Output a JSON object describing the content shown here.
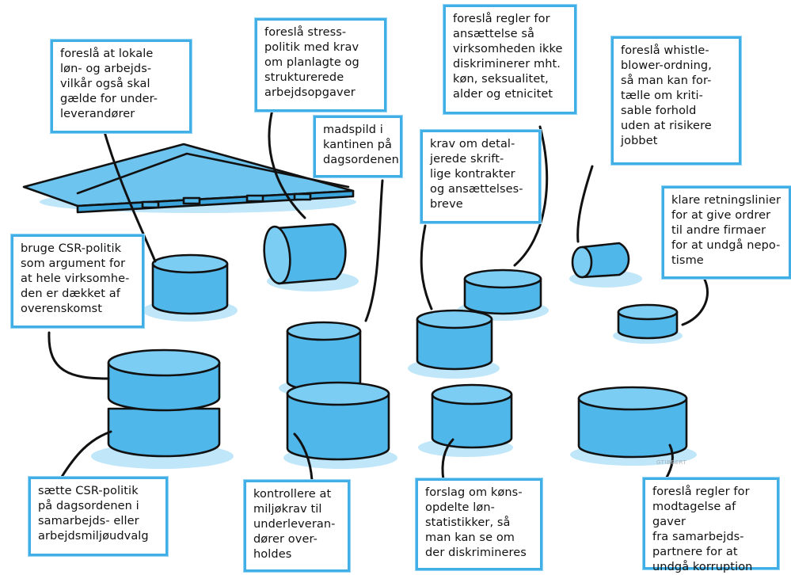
{
  "colors": {
    "cylinder_side": "#4fb7ea",
    "cylinder_top": "#7ccdf3",
    "cylinder_shadow": "#bfe6f9",
    "note_border": "#41aee6",
    "outline": "#111111"
  },
  "notes": {
    "n1": "foreslå at lokale\nløn- og arbejds-\nvilkår også skal\ngælde for under-\nleverandører",
    "n2": "foreslå stress-\npolitik med krav\nom planlagte og\nstrukturerede\narbejdsopgaver",
    "n3": "foreslå regler for\nansættelse så\nvirksomheden ikke\ndiskriminerer mht.\nkøn, seksualitet,\nalder og etnicitet",
    "n4": "foreslå whistle-\nblower-ordning,\nså man kan for-\ntælle om kriti-\nsable forhold\nuden at risikere\njobbet",
    "n5": "madspild i\nkantinen på\ndagsordenen",
    "n6": "krav om detal-\njerede skrift-\nlige kontrakter\nog ansættelses-\nbreve",
    "n7": "klare retningslinier\nfor at give ordrer\ntil andre firmaer\nfor at undgå nepo-\ntisme",
    "n8": "bruge CSR-politik\nsom argument for\nat hele virksomhe-\nden er dækket af\noverenskomst",
    "n9": "sætte CSR-politik\npå dagsordenen i\nsamarbejds- eller\narbejdsmiljøudvalg",
    "n10": "kontrollere at\nmiljøkrav til\nunderleveran-\ndører over-\nholdes",
    "n11": "forslag om køns-\nopdelte løn-\nstatistikker, så\nman kan se om\nder diskrimineres",
    "n12": "foreslå regler for\nmodtagelse af gaver\nfra samarbejds-\npartnere for at\nundgå korruption"
  },
  "signature": "GTIBBERT"
}
